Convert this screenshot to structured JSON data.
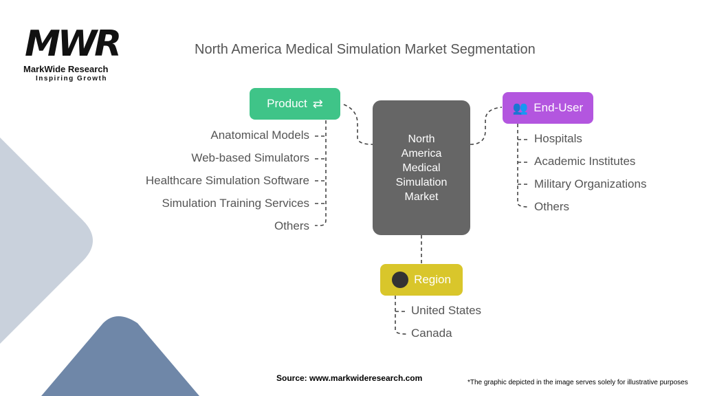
{
  "logo": {
    "mark": "MWR",
    "name": "MarkWide Research",
    "tagline": "Inspiring Growth"
  },
  "title": "North America Medical Simulation Market Segmentation",
  "center": {
    "label": "North America Medical Simulation Market"
  },
  "segments": {
    "product": {
      "label": "Product",
      "color": "#3fc488",
      "icon": "product-swap-icon",
      "items": [
        "Anatomical Models",
        "Web-based Simulators",
        "Healthcare Simulation Software",
        "Simulation Training Services",
        "Others"
      ]
    },
    "end_user": {
      "label": "End-User",
      "color": "#b356df",
      "icon": "users-refresh-icon",
      "items": [
        "Hospitals",
        "Academic Institutes",
        "Military Organizations",
        "Others"
      ]
    },
    "region": {
      "label": "Region",
      "color": "#d9c62b",
      "icon": "globe-icon",
      "items": [
        "United States",
        "Canada"
      ]
    }
  },
  "footer": {
    "source": "Source: www.markwideresearch.com",
    "disclaimer": "*The graphic depicted in the image serves solely for illustrative purposes"
  }
}
